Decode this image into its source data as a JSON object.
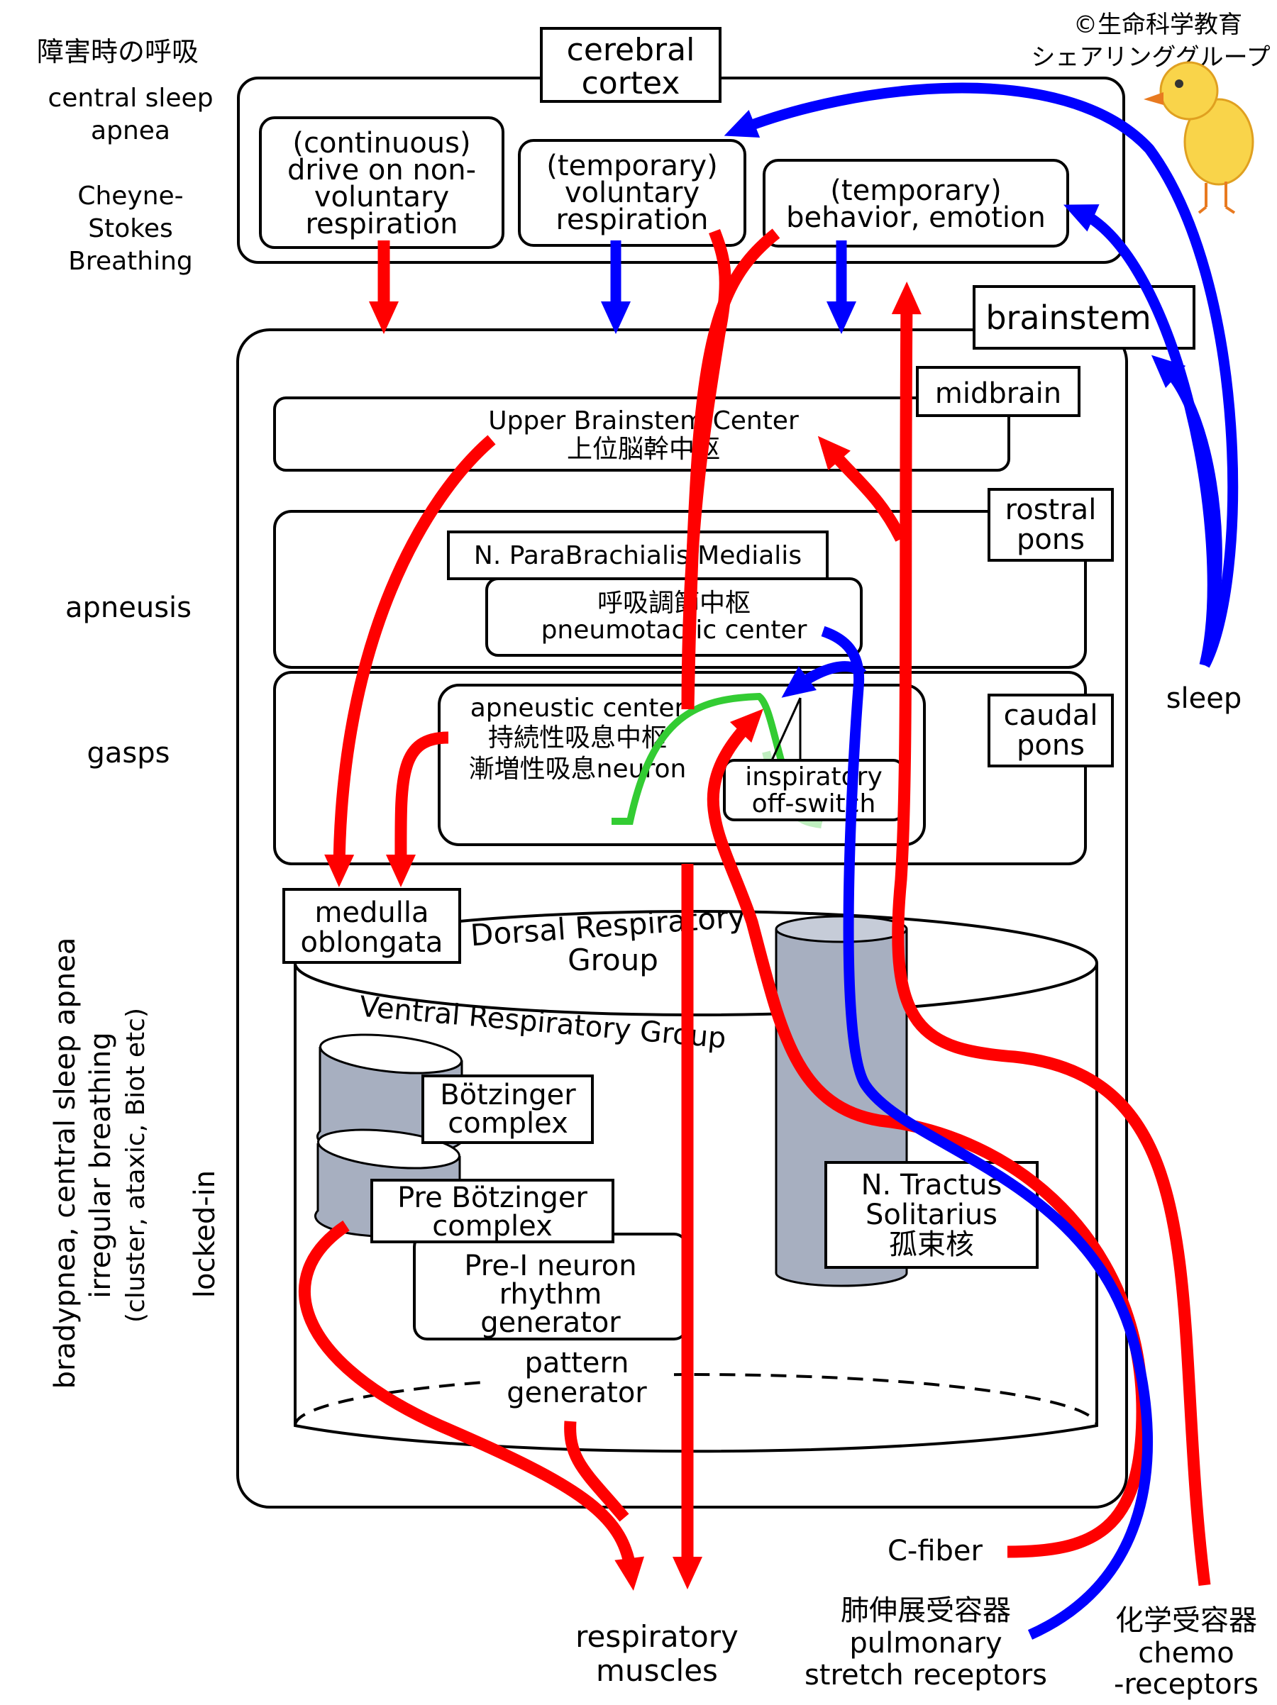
{
  "copyright": [
    "©生命科学教育",
    "シェアリンググループ"
  ],
  "left_labels": {
    "heading": "障害時の呼吸",
    "central_sleep_apnea": [
      "central sleep",
      "apnea"
    ],
    "cheyne_stokes": [
      "Cheyne-",
      "Stokes",
      "Breathing"
    ],
    "apneusis": "apneusis",
    "gasps": "gasps",
    "vertical": [
      "bradypnea, central sleep apnea",
      "irregular breathing",
      "(cluster, ataxic, Biot etc)"
    ],
    "locked_in": "locked-in"
  },
  "cortex": {
    "title": [
      "cerebral",
      "cortex"
    ],
    "boxes": [
      [
        "(continuous)",
        "drive on non-",
        "voluntary",
        "respiration"
      ],
      [
        "(temporary)",
        "voluntary",
        "respiration"
      ],
      [
        "(temporary)",
        "behavior, emotion"
      ]
    ]
  },
  "brainstem": {
    "title": "brainstem",
    "midbrain": "midbrain",
    "rostral_pons": [
      "rostral",
      "pons"
    ],
    "caudal_pons": [
      "caudal",
      "pons"
    ],
    "upper_center": [
      "Upper Brainstem Center",
      "上位脳幹中枢"
    ],
    "parabrachialis": "N. ParaBrachialis Medialis",
    "pneumotactic": [
      "呼吸調節中枢",
      "pneumotactic center"
    ],
    "apneustic": [
      "apneustic center",
      "持続性吸息中枢",
      "漸増性吸息neuron"
    ],
    "off_switch": [
      "inspiratory",
      "off-switch"
    ]
  },
  "medulla": {
    "title": [
      "medulla",
      "oblongata"
    ],
    "drg": [
      "Dorsal Respiratory",
      "Group"
    ],
    "vrg": "Ventral Respiratory Group",
    "botzinger": [
      "Bötzinger",
      "complex"
    ],
    "pre_botzinger": [
      "Pre Bötzinger",
      "complex"
    ],
    "pre_i": [
      "Pre-I neuron",
      "rhythm",
      "generator"
    ],
    "pattern": [
      "pattern",
      "generator"
    ],
    "nts": [
      "N. Tractus",
      "Solitarius",
      "孤束核"
    ]
  },
  "inputs": {
    "sleep": "sleep",
    "c_fiber": "C-fiber",
    "stretch": [
      "肺伸展受容器",
      "pulmonary",
      "stretch receptors"
    ],
    "chemo": [
      "化学受容器",
      "chemo",
      "-receptors"
    ]
  },
  "output": [
    "respiratory",
    "muscles"
  ],
  "colors": {
    "excitatory": "#ff0000",
    "inhibitory": "#0000ff",
    "pattern_trace": "#33cc33",
    "nucleus": "#a7afc0"
  }
}
